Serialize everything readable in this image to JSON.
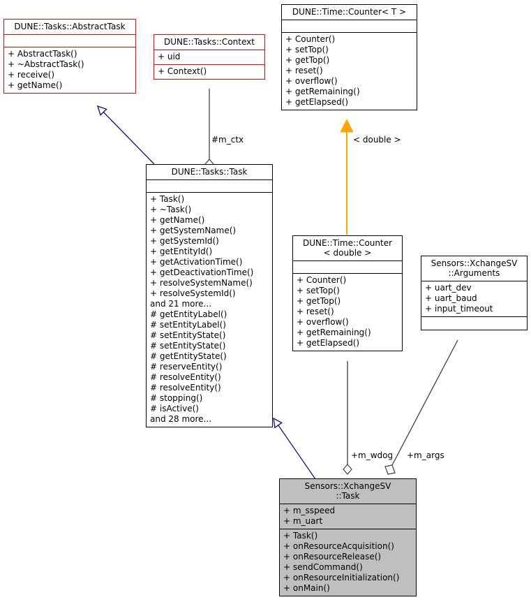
{
  "diagram": {
    "title": "UML class inheritance and collaboration diagram for Sensors::XchangeSV::Task",
    "colors": {
      "base_class_border": "#ff0000",
      "normal_border": "#000000",
      "highlight_fill": "#bfbfbf",
      "inheritance_edge": "#191970",
      "template_edge": "#ffa500",
      "aggregation_edge": "#404040",
      "background": "#ffffff"
    },
    "classes": [
      {
        "id": "abstract-task",
        "name": "DUNE::Tasks::AbstractTask",
        "attributes": [],
        "operations": [
          "+ AbstractTask()",
          "+ ~AbstractTask()",
          "+ receive()",
          "+ getName()"
        ]
      },
      {
        "id": "context",
        "name": "DUNE::Tasks::Context",
        "attributes": [
          "+ uid"
        ],
        "operations": [
          "+ Context()"
        ]
      },
      {
        "id": "counter-t",
        "name": "DUNE::Time::Counter< T >",
        "attributes": [],
        "operations": [
          "+ Counter()",
          "+ setTop()",
          "+ getTop()",
          "+ reset()",
          "+ overflow()",
          "+ getRemaining()",
          "+ getElapsed()"
        ]
      },
      {
        "id": "tasks-task",
        "name": "DUNE::Tasks::Task",
        "attributes": [],
        "operations": [
          "+ Task()",
          "+ ~Task()",
          "+ getName()",
          "+ getSystemName()",
          "+ getSystemId()",
          "+ getEntityId()",
          "+ getActivationTime()",
          "+ getDeactivationTime()",
          "+ resolveSystemName()",
          "+ resolveSystemId()",
          "and 21 more...",
          "# getEntityLabel()",
          "# setEntityLabel()",
          "# setEntityState()",
          "# setEntityState()",
          "# getEntityState()",
          "# reserveEntity()",
          "# resolveEntity()",
          "# resolveEntity()",
          "# stopping()",
          "# isActive()",
          "and 28 more..."
        ]
      },
      {
        "id": "counter-double",
        "name": "DUNE::Time::Counter\n< double >",
        "attributes": [],
        "operations": [
          "+ Counter()",
          "+ setTop()",
          "+ getTop()",
          "+ reset()",
          "+ overflow()",
          "+ getRemaining()",
          "+ getElapsed()"
        ]
      },
      {
        "id": "xchangesv-arguments",
        "name": "Sensors::XchangeSV\n::Arguments",
        "attributes": [
          "+ uart_dev",
          "+ uart_baud",
          "+ input_timeout"
        ],
        "operations": []
      },
      {
        "id": "xchangesv-task",
        "name": "Sensors::XchangeSV\n::Task",
        "attributes": [
          "+ m_sspeed",
          "+ m_uart"
        ],
        "operations": [
          "+ Task()",
          "+ onResourceAcquisition()",
          "+ onResourceRelease()",
          "+ sendCommand()",
          "+ onResourceInitialization()",
          "+ onMain()"
        ]
      }
    ],
    "edge_labels": [
      {
        "id": "m-ctx",
        "text": "#m_ctx"
      },
      {
        "id": "double-binding",
        "text": "< double >"
      },
      {
        "id": "m-wdog",
        "text": "+m_wdog"
      },
      {
        "id": "m-args",
        "text": "+m_args"
      }
    ]
  }
}
